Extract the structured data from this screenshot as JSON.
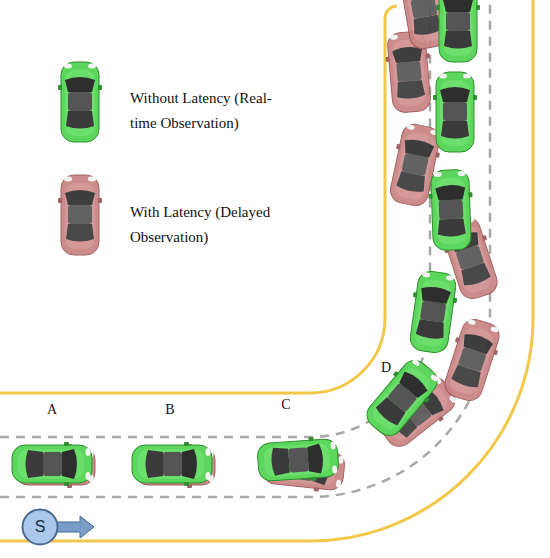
{
  "diagram": {
    "nodes": [
      {
        "text": [
          "S"
        ]
      }
    ],
    "labels": [
      "A",
      "B",
      "C",
      "D"
    ],
    "legend": [
      {
        "text": "Without Latency (Real-time Observation)"
      },
      {
        "text": "With Latency (Delayed Observation)"
      }
    ]
  }
}
